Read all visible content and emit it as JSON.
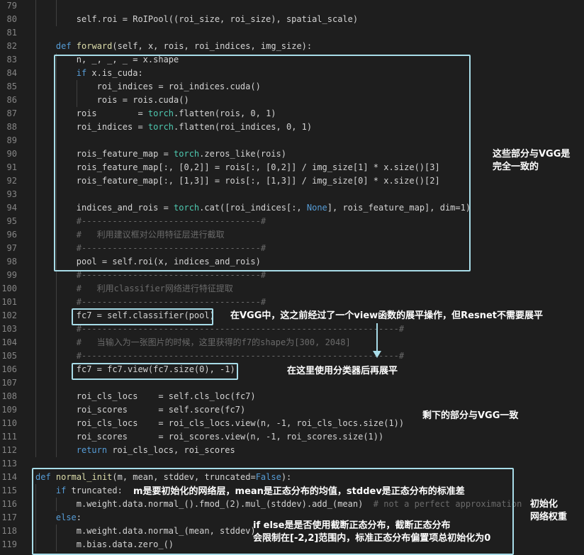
{
  "editor": {
    "lines": [
      {
        "n": "79",
        "indent": 2,
        "code": ""
      },
      {
        "n": "80",
        "indent": 2,
        "code": "self.roi = RoIPool((roi_size, roi_size), spatial_scale)"
      },
      {
        "n": "81",
        "indent": 1,
        "code": ""
      },
      {
        "n": "82",
        "indent": 1,
        "code": "def forward(self, x, rois, roi_indices, img_size):"
      },
      {
        "n": "83",
        "indent": 2,
        "code": "n, _, _, _ = x.shape"
      },
      {
        "n": "84",
        "indent": 2,
        "code": "if x.is_cuda:"
      },
      {
        "n": "85",
        "indent": 3,
        "code": "roi_indices = roi_indices.cuda()"
      },
      {
        "n": "86",
        "indent": 3,
        "code": "rois = rois.cuda()"
      },
      {
        "n": "87",
        "indent": 2,
        "code": "rois        = torch.flatten(rois, 0, 1)"
      },
      {
        "n": "88",
        "indent": 2,
        "code": "roi_indices = torch.flatten(roi_indices, 0, 1)"
      },
      {
        "n": "89",
        "indent": 2,
        "code": ""
      },
      {
        "n": "90",
        "indent": 2,
        "code": "rois_feature_map = torch.zeros_like(rois)"
      },
      {
        "n": "91",
        "indent": 2,
        "code": "rois_feature_map[:, [0,2]] = rois[:, [0,2]] / img_size[1] * x.size()[3]"
      },
      {
        "n": "92",
        "indent": 2,
        "code": "rois_feature_map[:, [1,3]] = rois[:, [1,3]] / img_size[0] * x.size()[2]"
      },
      {
        "n": "93",
        "indent": 2,
        "code": ""
      },
      {
        "n": "94",
        "indent": 2,
        "code": "indices_and_rois = torch.cat([roi_indices[:, None], rois_feature_map], dim=1)"
      },
      {
        "n": "95",
        "indent": 2,
        "code": "#-----------------------------------#"
      },
      {
        "n": "96",
        "indent": 2,
        "code": "#   利用建议框对公用特征层进行截取"
      },
      {
        "n": "97",
        "indent": 2,
        "code": "#-----------------------------------#"
      },
      {
        "n": "98",
        "indent": 2,
        "code": "pool = self.roi(x, indices_and_rois)"
      },
      {
        "n": "99",
        "indent": 2,
        "code": "#-----------------------------------#"
      },
      {
        "n": "100",
        "indent": 2,
        "code": "#   利用classifier网络进行特征提取"
      },
      {
        "n": "101",
        "indent": 2,
        "code": "#-----------------------------------#"
      },
      {
        "n": "102",
        "indent": 2,
        "code": "fc7 = self.classifier(pool)"
      },
      {
        "n": "103",
        "indent": 2,
        "code": "#--------------------------------------------------------------#"
      },
      {
        "n": "104",
        "indent": 2,
        "code": "#   当输入为一张图片的时候，这里获得的f7的shape为[300, 2048]"
      },
      {
        "n": "105",
        "indent": 2,
        "code": "#--------------------------------------------------------------#"
      },
      {
        "n": "106",
        "indent": 2,
        "code": "fc7 = fc7.view(fc7.size(0), -1)"
      },
      {
        "n": "107",
        "indent": 2,
        "code": ""
      },
      {
        "n": "108",
        "indent": 2,
        "code": "roi_cls_locs    = self.cls_loc(fc7)"
      },
      {
        "n": "109",
        "indent": 2,
        "code": "roi_scores      = self.score(fc7)"
      },
      {
        "n": "110",
        "indent": 2,
        "code": "roi_cls_locs    = roi_cls_locs.view(n, -1, roi_cls_locs.size(1))"
      },
      {
        "n": "111",
        "indent": 2,
        "code": "roi_scores      = roi_scores.view(n, -1, roi_scores.size(1))"
      },
      {
        "n": "112",
        "indent": 2,
        "code": "return roi_cls_locs, roi_scores"
      },
      {
        "n": "113",
        "indent": 0,
        "code": ""
      },
      {
        "n": "114",
        "indent": 0,
        "code": "def normal_init(m, mean, stddev, truncated=False):"
      },
      {
        "n": "115",
        "indent": 1,
        "code": "if truncated:"
      },
      {
        "n": "116",
        "indent": 2,
        "code": "m.weight.data.normal_().fmod_(2).mul_(stddev).add_(mean)  # not a perfect approximation"
      },
      {
        "n": "117",
        "indent": 1,
        "code": "else:"
      },
      {
        "n": "118",
        "indent": 2,
        "code": "m.weight.data.normal_(mean, stddev)"
      },
      {
        "n": "119",
        "indent": 2,
        "code": "m.bias.data.zero_()"
      }
    ]
  },
  "annotations": {
    "vgg_same": "这些部分与VGG是\n完全一致的",
    "view_note": "在VGG中，这之前经过了一个view函数的展平操作，但Resnet不需要展平",
    "flatten_note": "在这里使用分类器后再展平",
    "rest_same": "剩下的部分与VGG一致",
    "init_label": "初始化\n网络权重",
    "m_note": "m是要初始化的网络层，mean是正态分布的均值，stddev是正态分布的标准差",
    "ifelse_note": "if else是是否使用截断正态分布，截断正态分布\n会限制在[-2,2]范围内，标准正态分布偏置项总初始化为0"
  },
  "colors": {
    "background": "#1e1e1e",
    "line_number": "#858585",
    "highlight_box": "#a8dce8",
    "annotation_text": "#ffffff"
  }
}
